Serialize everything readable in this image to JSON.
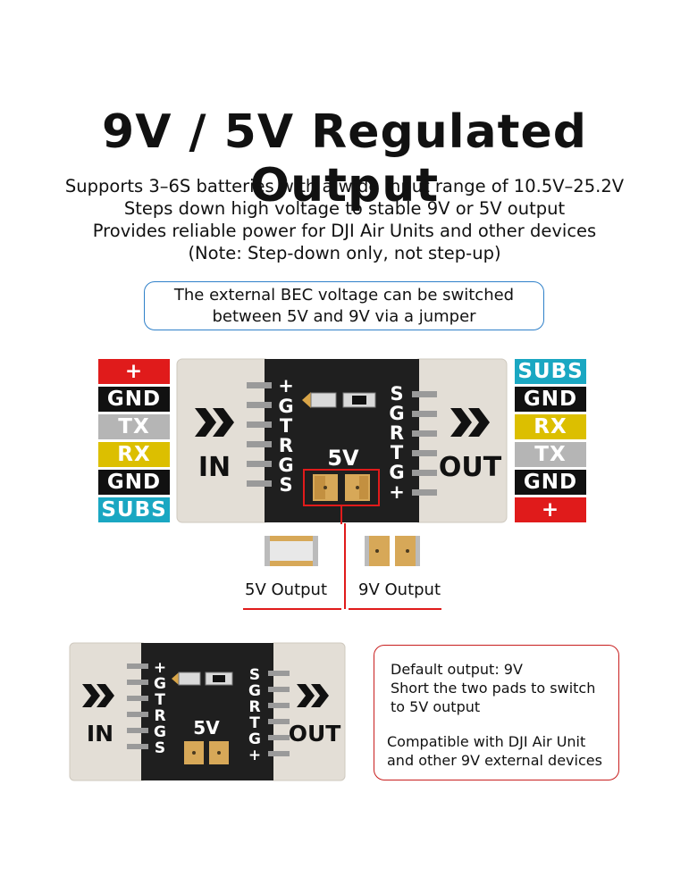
{
  "title": "9V / 5V Regulated Output",
  "description": [
    "Supports 3–6S batteries with a wide input range of 10.5V–25.2V",
    "Steps down high voltage to stable 9V or 5V output",
    "Provides reliable power for DJI Air Units and other devices",
    "(Note: Step-down only, not step-up)"
  ],
  "note": [
    "The external BEC voltage can be switched",
    "between 5V and 9V via a jumper"
  ],
  "left_pins": [
    {
      "label": "+",
      "color": "#e01b1b"
    },
    {
      "label": "GND",
      "color": "#111111"
    },
    {
      "label": "TX",
      "color": "#b5b5b5"
    },
    {
      "label": "RX",
      "color": "#dcbf00"
    },
    {
      "label": "GND",
      "color": "#111111"
    },
    {
      "label": "SUBS",
      "color": "#1aa7c2"
    }
  ],
  "right_pins": [
    {
      "label": "SUBS",
      "color": "#1aa7c2"
    },
    {
      "label": "GND",
      "color": "#111111"
    },
    {
      "label": "RX",
      "color": "#dcbf00"
    },
    {
      "label": "TX",
      "color": "#b5b5b5"
    },
    {
      "label": "GND",
      "color": "#111111"
    },
    {
      "label": "+",
      "color": "#e01b1b"
    }
  ],
  "board": {
    "in_label": "IN",
    "out_label": "OUT",
    "jumper_label": "5V",
    "left_pad_labels": [
      "+",
      "G",
      "T",
      "R",
      "G",
      "S"
    ],
    "right_pad_labels": [
      "S",
      "G",
      "R",
      "T",
      "G",
      "+"
    ]
  },
  "options": {
    "five_v": "5V Output",
    "nine_v": "9V Output"
  },
  "info": {
    "default": [
      "Default output: 9V",
      "Short the two pads to switch",
      "to 5V output"
    ],
    "compat": [
      "Compatible with DJI Air Unit",
      "and other 9V external devices"
    ]
  }
}
